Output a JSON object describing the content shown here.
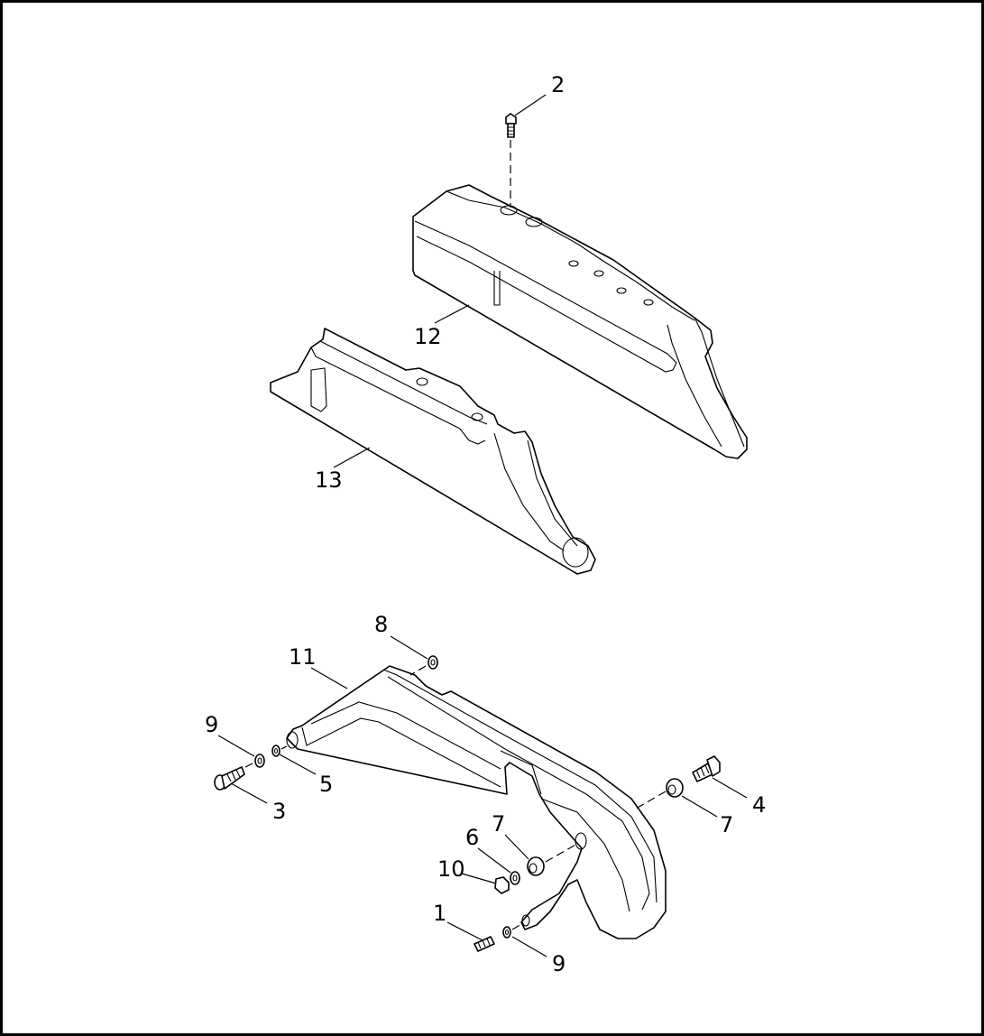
{
  "colors": {
    "line": "#000000",
    "background": "#ffffff"
  },
  "callouts": {
    "c1": "1",
    "c2": "2",
    "c3": "3",
    "c4": "4",
    "c5": "5",
    "c6": "6",
    "c7a": "7",
    "c7b": "7",
    "c8": "8",
    "c9a": "9",
    "c9b": "9",
    "c10": "10",
    "c11": "11",
    "c12": "12",
    "c13": "13"
  }
}
